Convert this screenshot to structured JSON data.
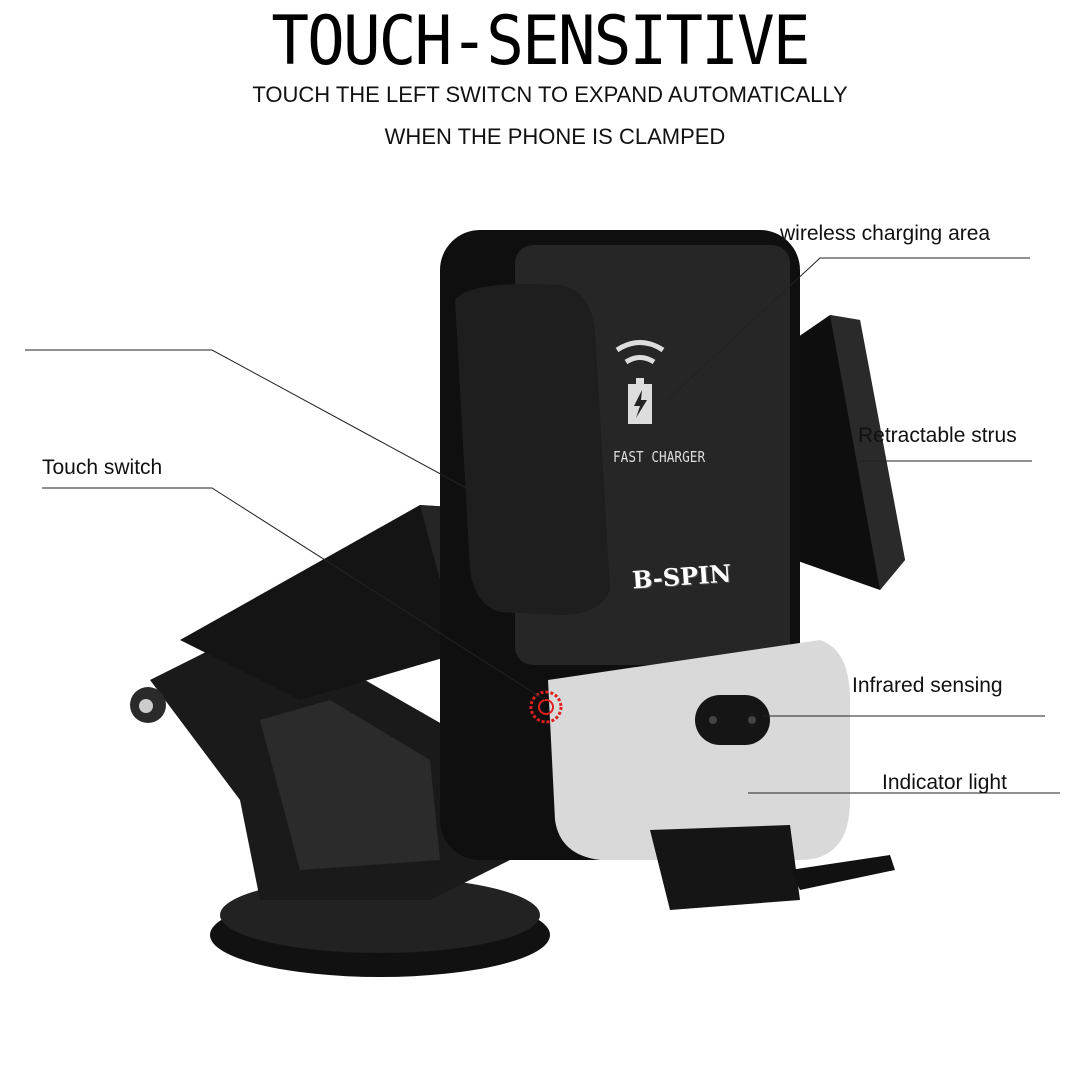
{
  "header": {
    "title": "TOUCH-SENSITIVE",
    "subtitle_line1": "TOUCH THE LEFT SWITCN TO EXPAND AUTOMATICALLY",
    "subtitle_line2": "WHEN THE PHONE IS CLAMPED"
  },
  "product": {
    "print_label": "FAST CHARGER",
    "brand": "B-SPIN"
  },
  "callouts": {
    "wireless": "wireless charging area",
    "retractable": "Retractable strus",
    "touch": "Touch switch",
    "infrared": "Infrared sensing",
    "indicator": "Indicator light"
  },
  "colors": {
    "body": "#1c1c1c",
    "silver": "#d9d9d9",
    "touch_marker": "#e02020"
  }
}
